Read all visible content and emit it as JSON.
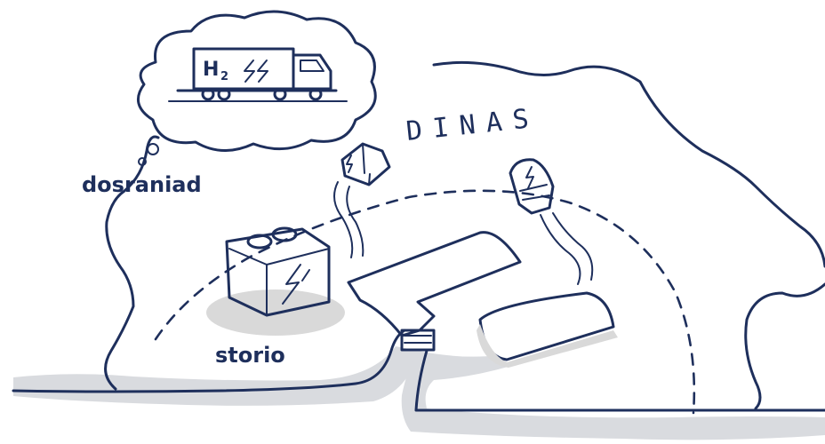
{
  "labels": {
    "charging": "dosraniad",
    "storage": "storio",
    "city": "DINAS"
  },
  "truck": {
    "cargo_label": "H",
    "cargo_subscript": "2"
  },
  "icons": [
    "thought-bubble-icon",
    "hydrogen-truck-icon",
    "battery-icon",
    "electric-van-icon",
    "electric-car-icon",
    "lightning-bolt-icon"
  ],
  "colors": {
    "ink": "#1e2f5c",
    "shadow": "#d9d9d9",
    "background": "#ffffff"
  }
}
